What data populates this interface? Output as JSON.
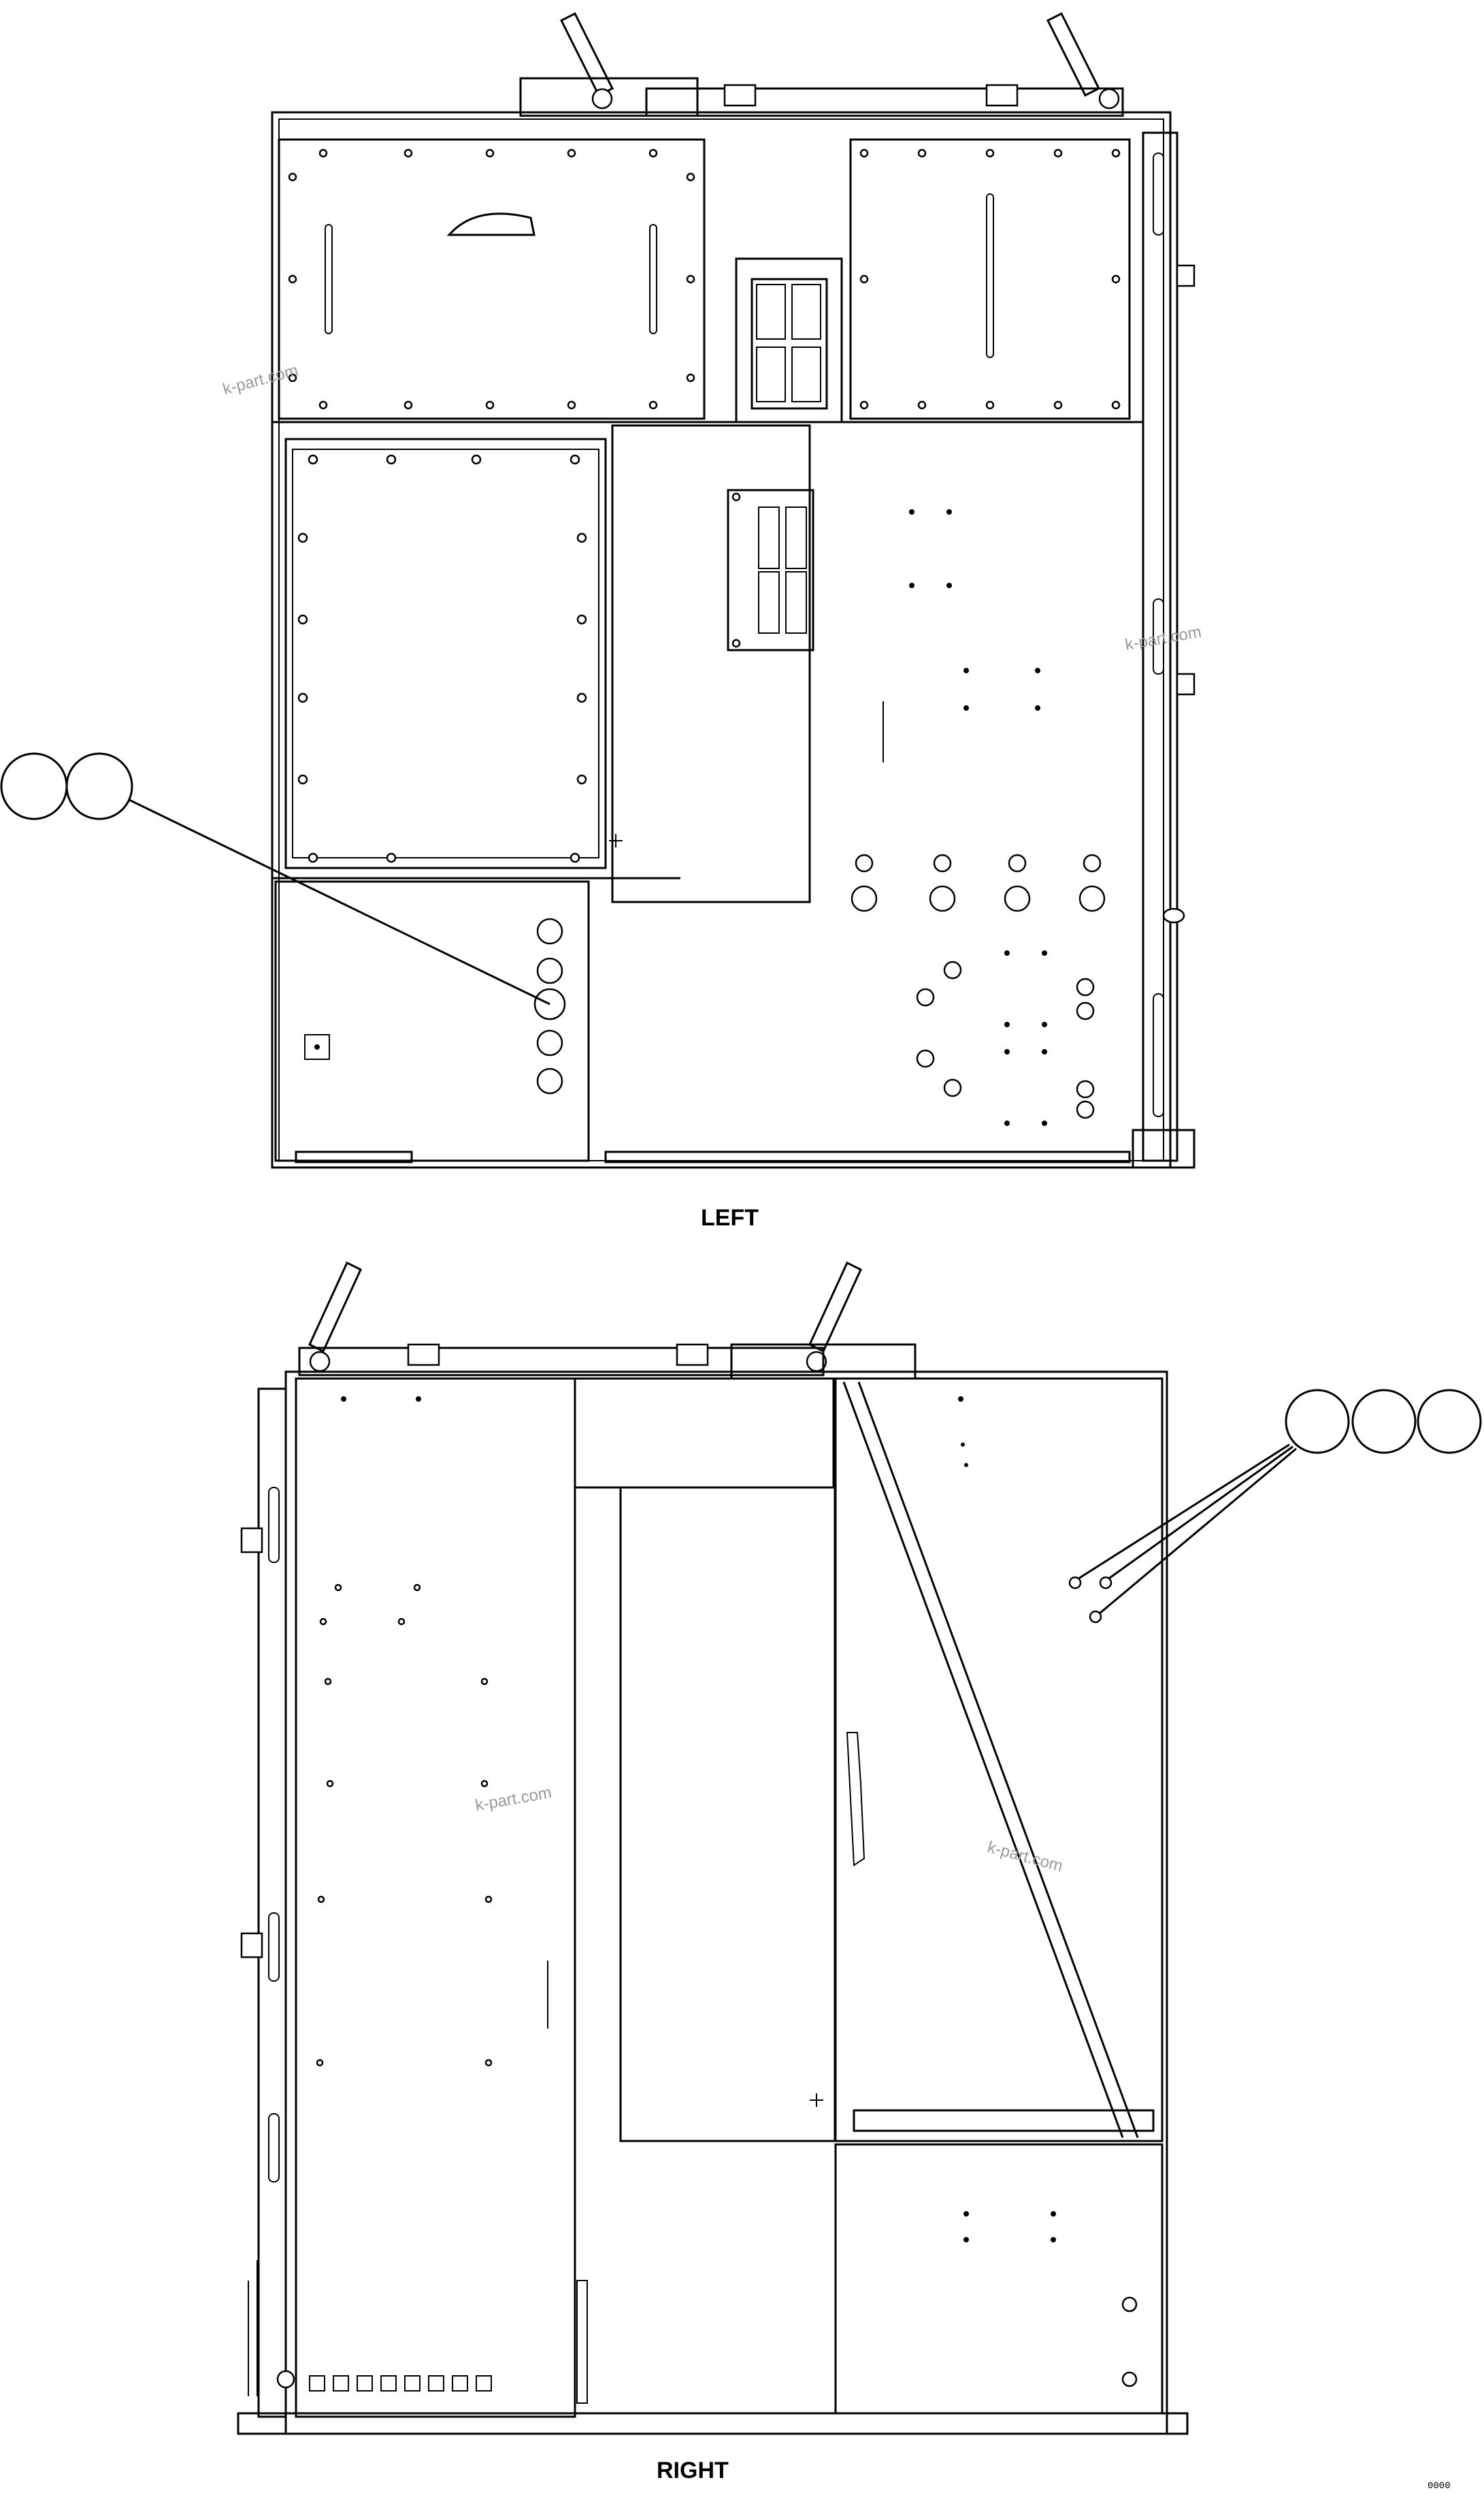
{
  "views": [
    {
      "id": "left",
      "label": "LEFT"
    },
    {
      "id": "right",
      "label": "RIGHT"
    }
  ],
  "watermarks": [
    "k-part.com",
    "k-part.com",
    "k-part.com",
    "k-part.com"
  ],
  "callouts": {
    "left_count": 2,
    "right_count": 3
  },
  "drawing_code": "0000"
}
